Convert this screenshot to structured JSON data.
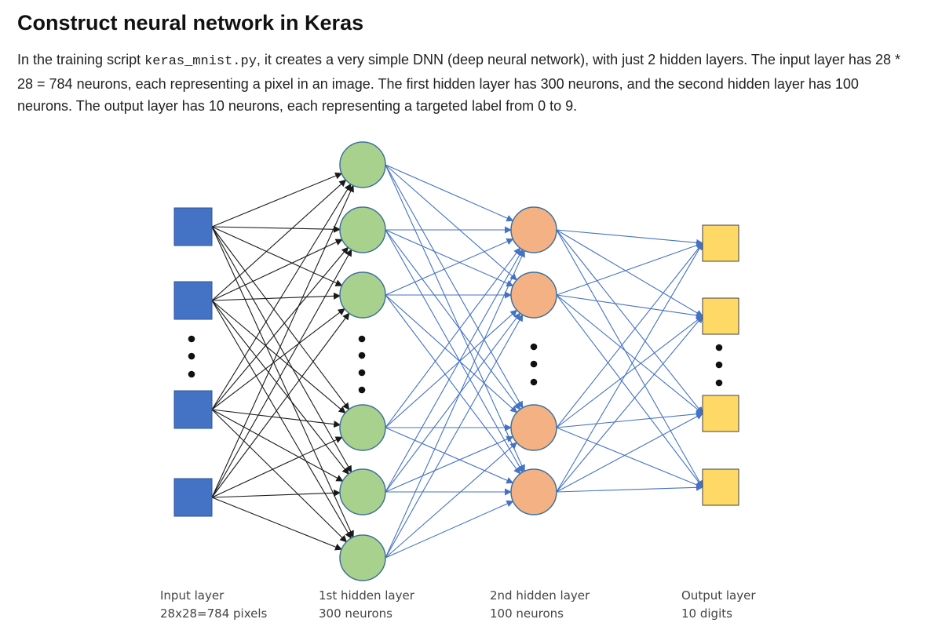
{
  "title": "Construct neural network in Keras",
  "intro": {
    "before_code": "In the training script ",
    "code": "keras_mnist.py",
    "after_code": ", it creates a very simple DNN (deep neural network), with just 2 hidden layers. The input layer has 28 * 28 = 784 neurons, each representing a pixel in an image. The first hidden layer has 300 neurons, and the second hidden layer has 100 neurons. The output layer has 10 neurons, each representing a targeted label from 0 to 9."
  },
  "diagram": {
    "layers": [
      {
        "id": "input",
        "label": "Input layer",
        "sublabel": "28x28=784 pixels",
        "shape": "square",
        "fill": "#4472c4",
        "stroke": "#2f5597",
        "shown_nodes": 4
      },
      {
        "id": "hidden1",
        "label": "1st hidden layer",
        "sublabel": "300 neurons",
        "shape": "circle",
        "fill": "#a9d18e",
        "stroke": "#41719c",
        "shown_nodes": 6
      },
      {
        "id": "hidden2",
        "label": "2nd hidden layer",
        "sublabel": "100 neurons",
        "shape": "circle",
        "fill": "#f4b183",
        "stroke": "#41719c",
        "shown_nodes": 4
      },
      {
        "id": "output",
        "label": "Output layer",
        "sublabel": "10 digits",
        "shape": "square",
        "fill": "#ffd966",
        "stroke": "#404040",
        "shown_nodes": 4
      }
    ],
    "connection_colors": {
      "input_to_hidden1": "#1a1a1a",
      "hidden_connections": "#4472c4"
    }
  }
}
